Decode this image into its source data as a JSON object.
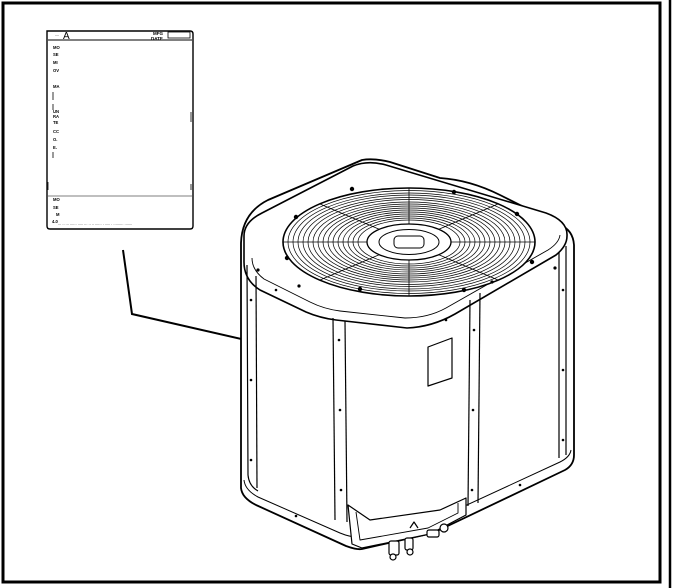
{
  "figure": {
    "description_frame": true
  },
  "label_card": {
    "header_letter": "A",
    "header_mark": "··",
    "mfg_label": "MFG",
    "date_label": "DATE",
    "left_codes": [
      "MO",
      "SE",
      "MI",
      "OV",
      "MA",
      "UN",
      "RA",
      "TE",
      "CC",
      "O.",
      "E.",
      "MO",
      "SE",
      "M",
      "4.0"
    ],
    "footer_text": "··· ·· ··· ······ ····· ··· ··   ·· ······   · ····· · ········· ·······"
  },
  "colors": {
    "stroke": "#000000",
    "background": "#ffffff",
    "label_fill": "#f7f7f7"
  }
}
